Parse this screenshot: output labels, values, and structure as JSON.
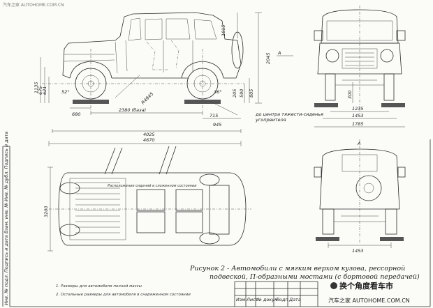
{
  "header": {
    "watermark_top": "汽车之家 AUTOHOME.COM.CN"
  },
  "side_view": {
    "dims": {
      "track_length": "2380 (база)",
      "front_overhang": "680",
      "rear_offset": "945",
      "overall_length": "4025",
      "height": "2045",
      "height_upper": "1015",
      "left_h1": "1135",
      "left_h2": "675",
      "left_h3": "621",
      "angle_front": "52°",
      "angle_rear": "36°",
      "clearance": "205",
      "r1": "590",
      "r2": "805",
      "cg_x": "715",
      "center_label": "до центра тяжести-сиденья",
      "center_label2": "угопрвителя",
      "diag": "R4945",
      "a_label": "A"
    }
  },
  "front_view": {
    "dims": {
      "track_in": "1235",
      "track_mid": "1453",
      "width": "1785",
      "clearance": "300"
    }
  },
  "top_view": {
    "dims": {
      "overall": "4670",
      "width": "3200"
    },
    "note": "Расположение сидений в сложенном состоянии"
  },
  "rear_view": {
    "dims": {
      "track": "1453",
      "a_label": "A"
    }
  },
  "caption": {
    "line1": "Рисунок 2 - Автомобили с мягким верхом кузова, рессорной",
    "line2": "подвеской, П-образными мостами (с бортовой передачей)"
  },
  "footnotes": {
    "n1": "1. Размеры для автомобиля полной массы",
    "n2": "2. Остальные размеры для автомобиля в снаряженном состоянии"
  },
  "stamp": {
    "cols": [
      "Изм",
      "Лист",
      "№ докум",
      "Подп",
      "Дата"
    ]
  },
  "side_strip": {
    "text": "Инв. № подл.   Подпись и дата   Взам. инв. №   Инв. № дубл.   Подпись и дата"
  },
  "watermark": {
    "title": "换个角度看车市",
    "site": "汽车之家 AUTOHOME.COM.CN"
  }
}
